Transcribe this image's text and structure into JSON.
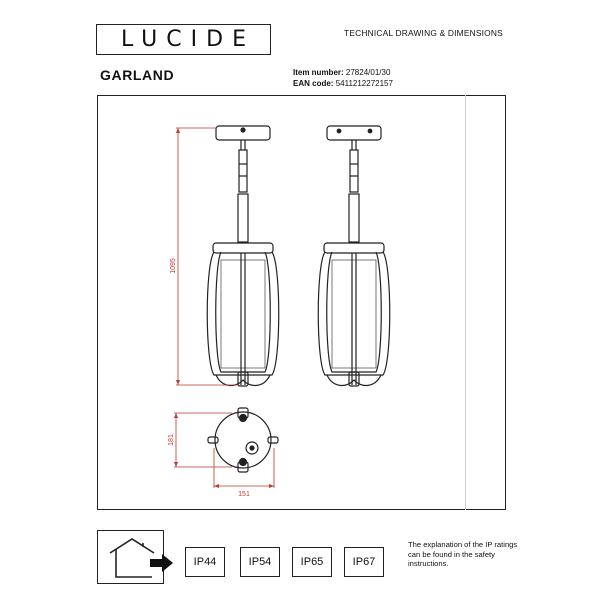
{
  "header": {
    "brand": "LUCIDE",
    "document_title": "TECHNICAL DRAWING & DIMENSIONS"
  },
  "product": {
    "name": "GARLAND",
    "item_number_label": "Item number:",
    "item_number": "27824/01/30",
    "ean_label": "EAN code:",
    "ean": "5411212272157"
  },
  "dimensions": {
    "height": "1095",
    "depth": "181",
    "width": "151"
  },
  "ip_ratings": {
    "items": [
      "IP44",
      "IP54",
      "IP65",
      "IP67"
    ],
    "note": "The explanation of the IP ratings can be found in the safety instructions."
  },
  "colors": {
    "line": "#222222",
    "dimension": "#c0392b"
  },
  "icons": [
    "house-icon",
    "arrow-right-icon"
  ]
}
